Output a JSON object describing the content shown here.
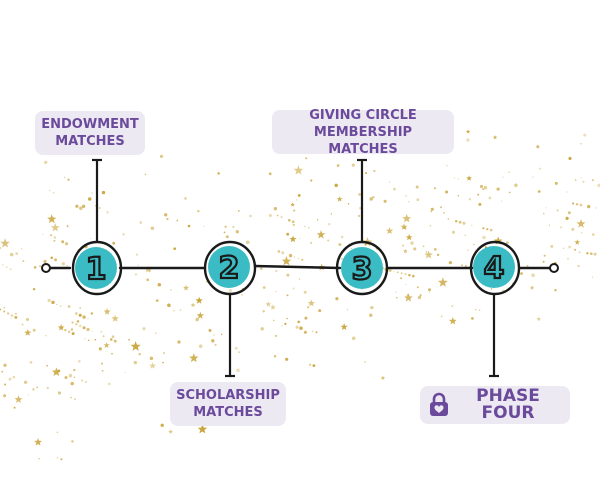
{
  "diagram": {
    "phases": [
      {
        "number": "1",
        "label": "ENDOWMENT MATCHES",
        "locked": false
      },
      {
        "number": "2",
        "label": "SCHOLARSHIP MATCHES",
        "locked": false
      },
      {
        "number": "3",
        "label": "GIVING CIRCLE MEMBERSHIP MATCHES",
        "locked": false
      },
      {
        "number": "4",
        "label": "PHASE FOUR",
        "locked": true
      }
    ],
    "colors": {
      "node_fill": "#3bbcc4",
      "label_bg": "#ece9f3",
      "label_text": "#6b4a9b",
      "line": "#1a1a1a",
      "sparkle": "#c9a43a"
    }
  },
  "labels": {
    "endowment_line1": "ENDOWMENT",
    "endowment_line2": "MATCHES",
    "scholarship_line1": "SCHOLARSHIP",
    "scholarship_line2": "MATCHES",
    "giving_line1": "GIVING CIRCLE",
    "giving_line2": "MEMBERSHIP MATCHES",
    "phase_four": "PHASE FOUR"
  },
  "icons": {
    "lock": "lock-icon"
  }
}
